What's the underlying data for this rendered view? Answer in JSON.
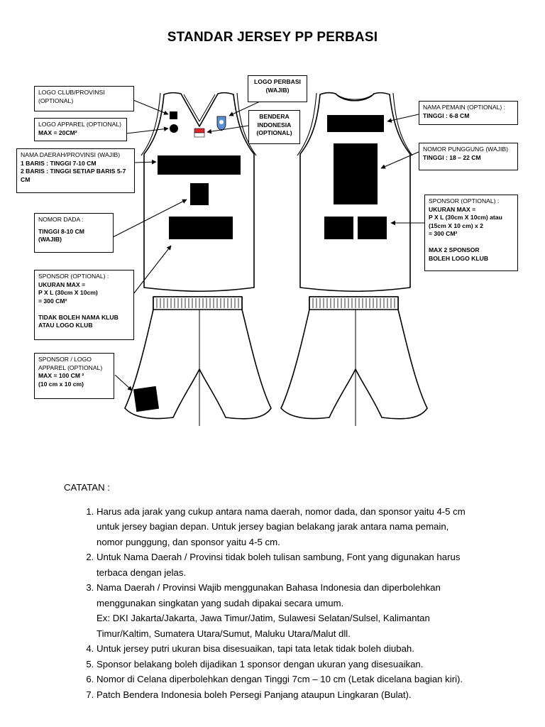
{
  "title": "STANDAR JERSEY PP PERBASI",
  "labels": {
    "logo_club": {
      "lines": [
        "LOGO CLUB/PROVINSI",
        "(OPTIONAL)"
      ],
      "bold": []
    },
    "logo_apparel": {
      "lines": [
        "LOGO APPAREL (OPTIONAL)"
      ],
      "bold": [
        "MAX = 20CM²"
      ]
    },
    "nama_daerah": {
      "lines": [
        "NAMA DAERAH/PROVINSI (WAJIB)"
      ],
      "bold": [
        "1 BARIS : TINGGI  7-10 CM",
        "2 BARIS : TINGGI SETIAP BARIS 5-7",
        "CM"
      ]
    },
    "nomor_dada": {
      "lines": [
        "NOMOR DADA :"
      ],
      "bold": [
        "TINGGI 8-10 CM",
        "(WAJIB)"
      ]
    },
    "sponsor_front": {
      "lines": [
        "SPONSOR (OPTIONAL) :"
      ],
      "bold": [
        "UKURAN MAX =",
        "P X L (30cm X 10cm)",
        "=  300 CM²",
        " ",
        "TIDAK BOLEH NAMA KLUB",
        "ATAU LOGO KLUB"
      ]
    },
    "sponsor_shorts": {
      "lines": [
        "SPONSOR / LOGO",
        "APPAREL (OPTIONAL)"
      ],
      "bold": [
        "MAX = 100 CM ²",
        "(10 cm x 10 cm)"
      ]
    },
    "logo_perbasi": {
      "lines": [],
      "bold": [
        "LOGO PERBASI",
        "(WAJIB)"
      ]
    },
    "bendera": {
      "lines": [],
      "bold": [
        "BENDERA",
        "INDONESIA",
        "(OPTIONAL)"
      ]
    },
    "nama_pemain": {
      "lines": [
        "NAMA PEMAIN (OPTIONAL) :"
      ],
      "bold": [
        "TINGGI : 6-8 CM"
      ]
    },
    "nomor_punggung": {
      "lines": [
        "NOMOR PUNGGUNG (WAJIB)"
      ],
      "bold": [
        "TINGGI : 18 – 22 CM"
      ]
    },
    "sponsor_back": {
      "lines": [
        "SPONSOR (OPTIONAL) :"
      ],
      "bold": [
        "UKURAN MAX =",
        "P X L (30cm X 10cm) atau",
        "(15cm X 10 cm) x 2",
        "=  300 CM²",
        " ",
        "MAX 2 SPONSOR",
        "BOLEH LOGO KLUB"
      ]
    }
  },
  "notes": {
    "heading": "CATATAN :",
    "items": [
      [
        "Harus ada jarak yang cukup antara nama daerah, nomor dada, dan sponsor yaitu 4-5 cm",
        "untuk jersey bagian depan. Untuk jersey bagian belakang jarak antara nama pemain,",
        "nomor punggung, dan sponsor yaitu 4-5 cm."
      ],
      [
        "Untuk Nama Daerah / Provinsi tidak boleh tulisan sambung, Font yang digunakan harus",
        "terbaca dengan jelas."
      ],
      [
        "Nama Daerah / Provinsi Wajib menggunakan Bahasa Indonesia dan diperbolehkan",
        "menggunakan singkatan yang sudah dipakai secara umum.",
        "Ex: DKI Jakarta/Jakarta, Jawa Timur/Jatim, Sulawesi Selatan/Sulsel, Kalimantan",
        "Timur/Kaltim, Sumatera Utara/Sumut, Maluku Utara/Malut dll."
      ],
      [
        "Untuk jersey putri ukuran bisa disesuaikan, tapi tata letak tidak boleh diubah."
      ],
      [
        "Sponsor belakang boleh dijadikan 1 sponsor dengan ukuran yang disesuaikan."
      ],
      [
        "Nomor di Celana diperbolehkan dengan Tinggi 7cm – 10 cm (Letak dicelana bagian kiri)."
      ],
      [
        "Patch Bendera Indonesia boleh Persegi Panjang ataupun Lingkaran (Bulat)."
      ]
    ]
  },
  "colors": {
    "flag_red": "#e0282c",
    "ink": "#000000",
    "paper": "#ffffff",
    "badge_blue": "#5a8fd0"
  }
}
